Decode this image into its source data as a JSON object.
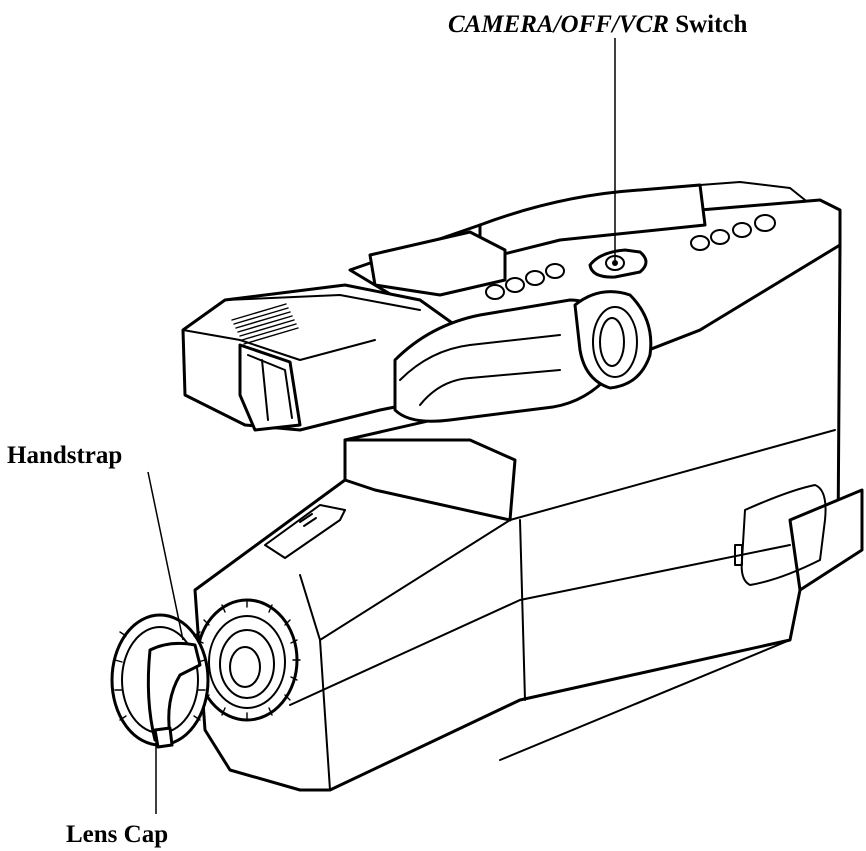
{
  "callouts": {
    "switch": {
      "italic": "CAMERA/OFF/VCR",
      "rest": "Switch"
    },
    "handstrap": "Handstrap",
    "lens_cap": "Lens Cap"
  }
}
